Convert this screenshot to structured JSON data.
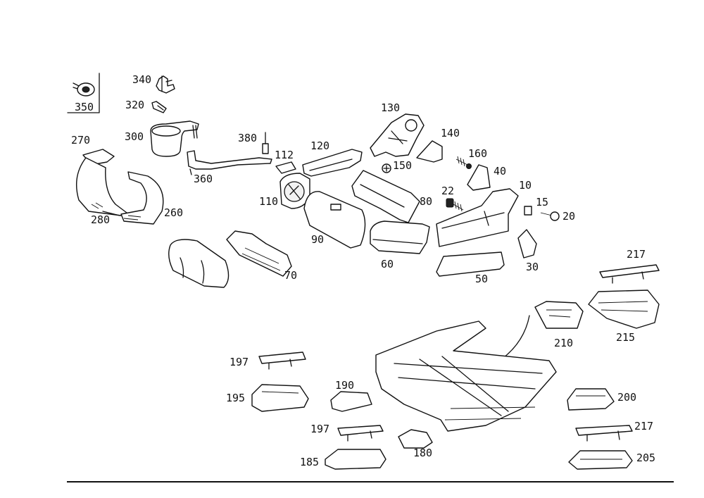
{
  "parts": {
    "p350": "350",
    "p340": "340",
    "p320": "320",
    "p300": "300",
    "p270": "270",
    "p380": "380",
    "p360": "360",
    "p280": "280",
    "p260": "260",
    "p112": "112",
    "p110": "110",
    "p120": "120",
    "p130": "130",
    "p140": "140",
    "p150": "150",
    "p160": "160",
    "p40": "40",
    "p10": "10",
    "p22": "22",
    "p15": "15",
    "p20": "20",
    "p80": "80",
    "p90": "90",
    "p60": "60",
    "p70": "70",
    "p50": "50",
    "p30": "30",
    "p217a": "217",
    "p215": "215",
    "p210": "210",
    "p197a": "197",
    "p195": "195",
    "p190": "190",
    "p200": "200",
    "p197b": "197",
    "p180": "180",
    "p217b": "217",
    "p185": "185",
    "p205": "205"
  }
}
